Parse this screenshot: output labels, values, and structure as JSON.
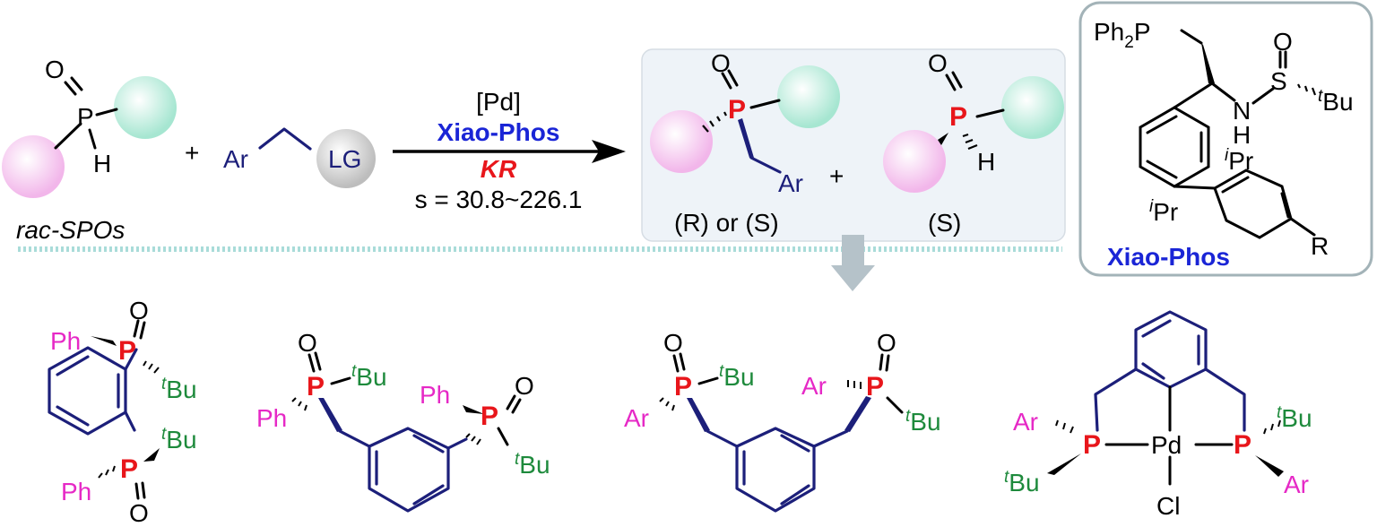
{
  "reaction": {
    "reactant_label": "rac-SPOs",
    "plus": "+",
    "reagent_ar": "Ar",
    "reagent_lg": "LG",
    "atom_o": "O",
    "atom_p": "P",
    "atom_h": "H",
    "catalyst": "[Pd]",
    "ligand": "Xiao-Phos",
    "method": "KR",
    "selectivity": "s = 30.8~226.1",
    "product1_ar": "Ar",
    "product1_label": "(R) or (S)",
    "product2_label": "(S)"
  },
  "ligand_box": {
    "ph2p": "Ph2P",
    "n": "N",
    "h": "H",
    "s": "S",
    "o": "O",
    "tbu": "tBu",
    "ipr1": "iPr",
    "ipr2": "iPr",
    "r": "R",
    "name": "Xiao-Phos"
  },
  "products": {
    "ph": "Ph",
    "tbu": "tBu",
    "ar": "Ar",
    "p": "P",
    "o": "O",
    "pd": "Pd",
    "cl": "Cl"
  },
  "colors": {
    "phosphorus": "#e8161b",
    "phenyl_aryl": "#e629c6",
    "tbu": "#1e8a3c",
    "ligand_name": "#1a25d6",
    "kr": "#e8161b",
    "bonds_navy": "#1c1f7a",
    "sphere_pink": "#f6c4ee",
    "sphere_green": "#bdeedd",
    "sphere_grey": "#d0d0d0",
    "product_box_fill": "#eef3f8",
    "dotted_line": "#a9dcd9",
    "down_arrow": "#b5c2c9"
  }
}
